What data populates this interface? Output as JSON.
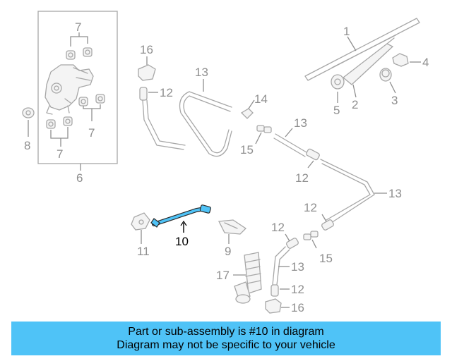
{
  "highlight_color": "#4fc3f7",
  "highlight_part": "10",
  "callouts": {
    "c1": "1",
    "c2": "2",
    "c3": "3",
    "c4": "4",
    "c5": "5",
    "c6": "6",
    "c7a": "7",
    "c7b": "7",
    "c7c": "7",
    "c8": "8",
    "c9": "9",
    "c10": "10",
    "c11": "11",
    "c12a": "12",
    "c12b": "12",
    "c12c": "12",
    "c12d": "12",
    "c13a": "13",
    "c13b": "13",
    "c13c": "13",
    "c13d": "13",
    "c14": "14",
    "c15a": "15",
    "c15b": "15",
    "c16a": "16",
    "c16b": "16",
    "c17": "17"
  },
  "banner": {
    "line1": "Part or sub-assembly is #10 in diagram",
    "line2": "Diagram may not be specific to your vehicle"
  }
}
